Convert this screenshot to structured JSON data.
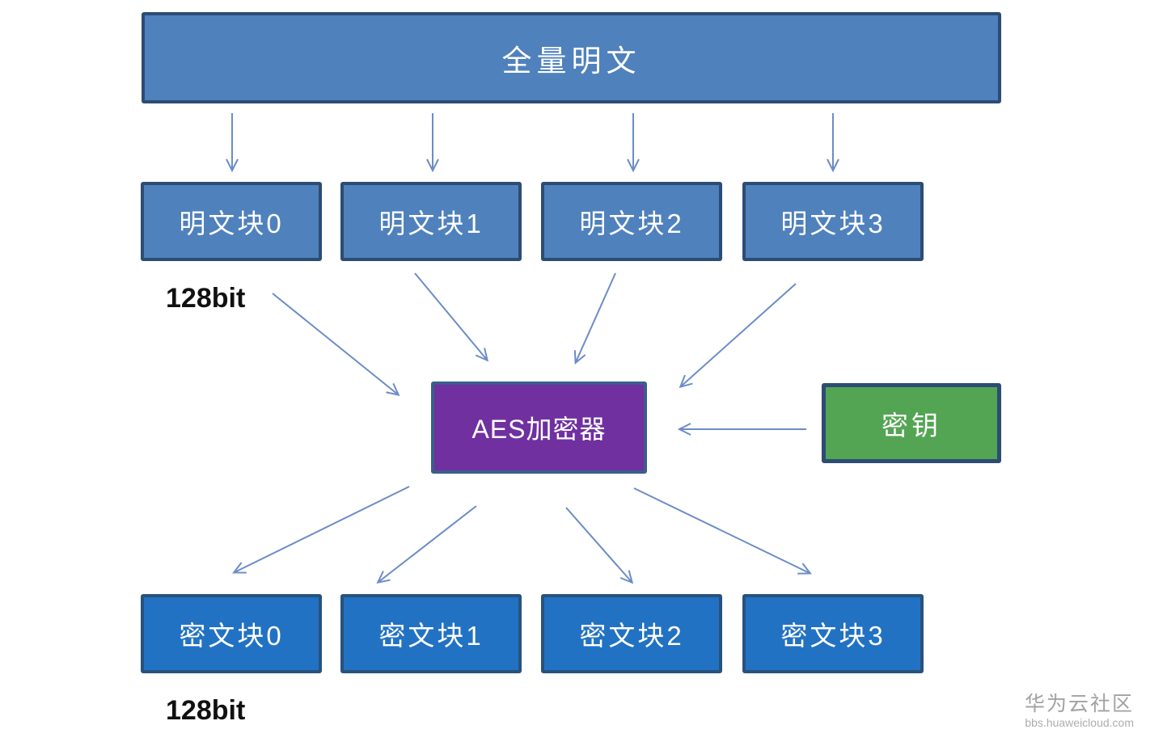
{
  "diagram": {
    "title_box": "全量明文",
    "plaintext_blocks": [
      "明文块0",
      "明文块1",
      "明文块2",
      "明文块3"
    ],
    "encryptor_label": "AES加密器",
    "key_label": "密钥",
    "ciphertext_blocks": [
      "密文块0",
      "密文块1",
      "密文块2",
      "密文块3"
    ],
    "bit_label_top": "128bit",
    "bit_label_bottom": "128bit",
    "colors": {
      "plaintext_fill": "#4f81bd",
      "ciphertext_fill": "#2272c3",
      "encryptor_fill": "#7030a0",
      "key_fill": "#53a553",
      "box_border": "#2c4c74",
      "arrow": "#6b8cc7"
    }
  },
  "watermark": {
    "title": "华为云社区",
    "url": "bbs.huaweicloud.com"
  }
}
